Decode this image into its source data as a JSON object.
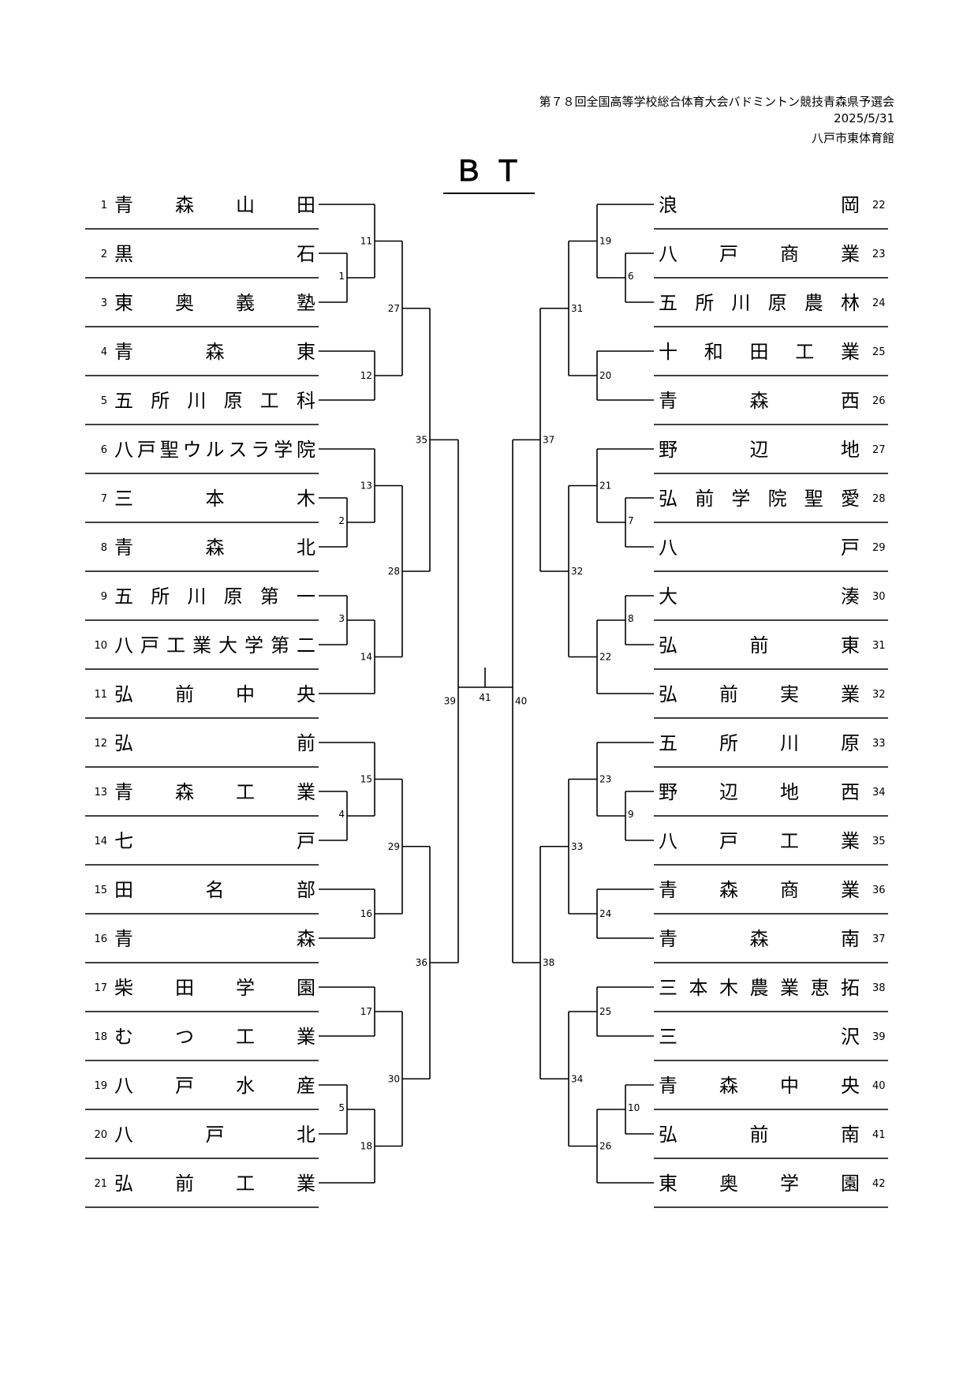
{
  "header": {
    "event": "第７８回全国高等学校総合体育大会バドミントン競技青森県予選会",
    "date": "2025/5/31",
    "venue": "八戸市東体育館"
  },
  "title": "ＢＴ",
  "left_teams": [
    {
      "seed": "1",
      "name": "青森山田"
    },
    {
      "seed": "2",
      "name": "黒石"
    },
    {
      "seed": "3",
      "name": "東奥義塾"
    },
    {
      "seed": "4",
      "name": "青森東"
    },
    {
      "seed": "5",
      "name": "五所川原工科"
    },
    {
      "seed": "6",
      "name": "八戸聖ウルスラ学院"
    },
    {
      "seed": "7",
      "name": "三本木"
    },
    {
      "seed": "8",
      "name": "青森北"
    },
    {
      "seed": "9",
      "name": "五所川原第一"
    },
    {
      "seed": "10",
      "name": "八戸工業大学第二"
    },
    {
      "seed": "11",
      "name": "弘前中央"
    },
    {
      "seed": "12",
      "name": "弘前"
    },
    {
      "seed": "13",
      "name": "青森工業"
    },
    {
      "seed": "14",
      "name": "七戸"
    },
    {
      "seed": "15",
      "name": "田名部"
    },
    {
      "seed": "16",
      "name": "青森"
    },
    {
      "seed": "17",
      "name": "柴田学園"
    },
    {
      "seed": "18",
      "name": "むつ工業"
    },
    {
      "seed": "19",
      "name": "八戸水産"
    },
    {
      "seed": "20",
      "name": "八戸北"
    },
    {
      "seed": "21",
      "name": "弘前工業"
    }
  ],
  "right_teams": [
    {
      "seed": "22",
      "name": "浪岡"
    },
    {
      "seed": "23",
      "name": "八戸商業"
    },
    {
      "seed": "24",
      "name": "五所川原農林"
    },
    {
      "seed": "25",
      "name": "十和田工業"
    },
    {
      "seed": "26",
      "name": "青森西"
    },
    {
      "seed": "27",
      "name": "野辺地"
    },
    {
      "seed": "28",
      "name": "弘前学院聖愛"
    },
    {
      "seed": "29",
      "name": "八戸"
    },
    {
      "seed": "30",
      "name": "大湊"
    },
    {
      "seed": "31",
      "name": "弘前東"
    },
    {
      "seed": "32",
      "name": "弘前実業"
    },
    {
      "seed": "33",
      "name": "五所川原"
    },
    {
      "seed": "34",
      "name": "野辺地西"
    },
    {
      "seed": "35",
      "name": "八戸工業"
    },
    {
      "seed": "36",
      "name": "青森商業"
    },
    {
      "seed": "37",
      "name": "青森南"
    },
    {
      "seed": "38",
      "name": "三本木農業恵拓"
    },
    {
      "seed": "39",
      "name": "三沢"
    },
    {
      "seed": "40",
      "name": "青森中央"
    },
    {
      "seed": "41",
      "name": "弘前南"
    },
    {
      "seed": "42",
      "name": "東奥学園"
    }
  ],
  "matches": {
    "left": {
      "r1": [
        "1",
        "2",
        "3",
        "4",
        "5"
      ],
      "r2": [
        "11",
        "12",
        "13",
        "14",
        "15",
        "16",
        "17",
        "18"
      ],
      "r3": [
        "27",
        "28",
        "29",
        "30"
      ],
      "r4": [
        "35",
        "36"
      ],
      "semi": "39"
    },
    "right": {
      "r1": [
        "6",
        "7",
        "8",
        "9",
        "10"
      ],
      "r2": [
        "19",
        "20",
        "21",
        "22",
        "23",
        "24",
        "25",
        "26"
      ],
      "r3": [
        "31",
        "32",
        "33",
        "34"
      ],
      "r4": [
        "37",
        "38"
      ],
      "semi": "40"
    },
    "final": "41"
  }
}
